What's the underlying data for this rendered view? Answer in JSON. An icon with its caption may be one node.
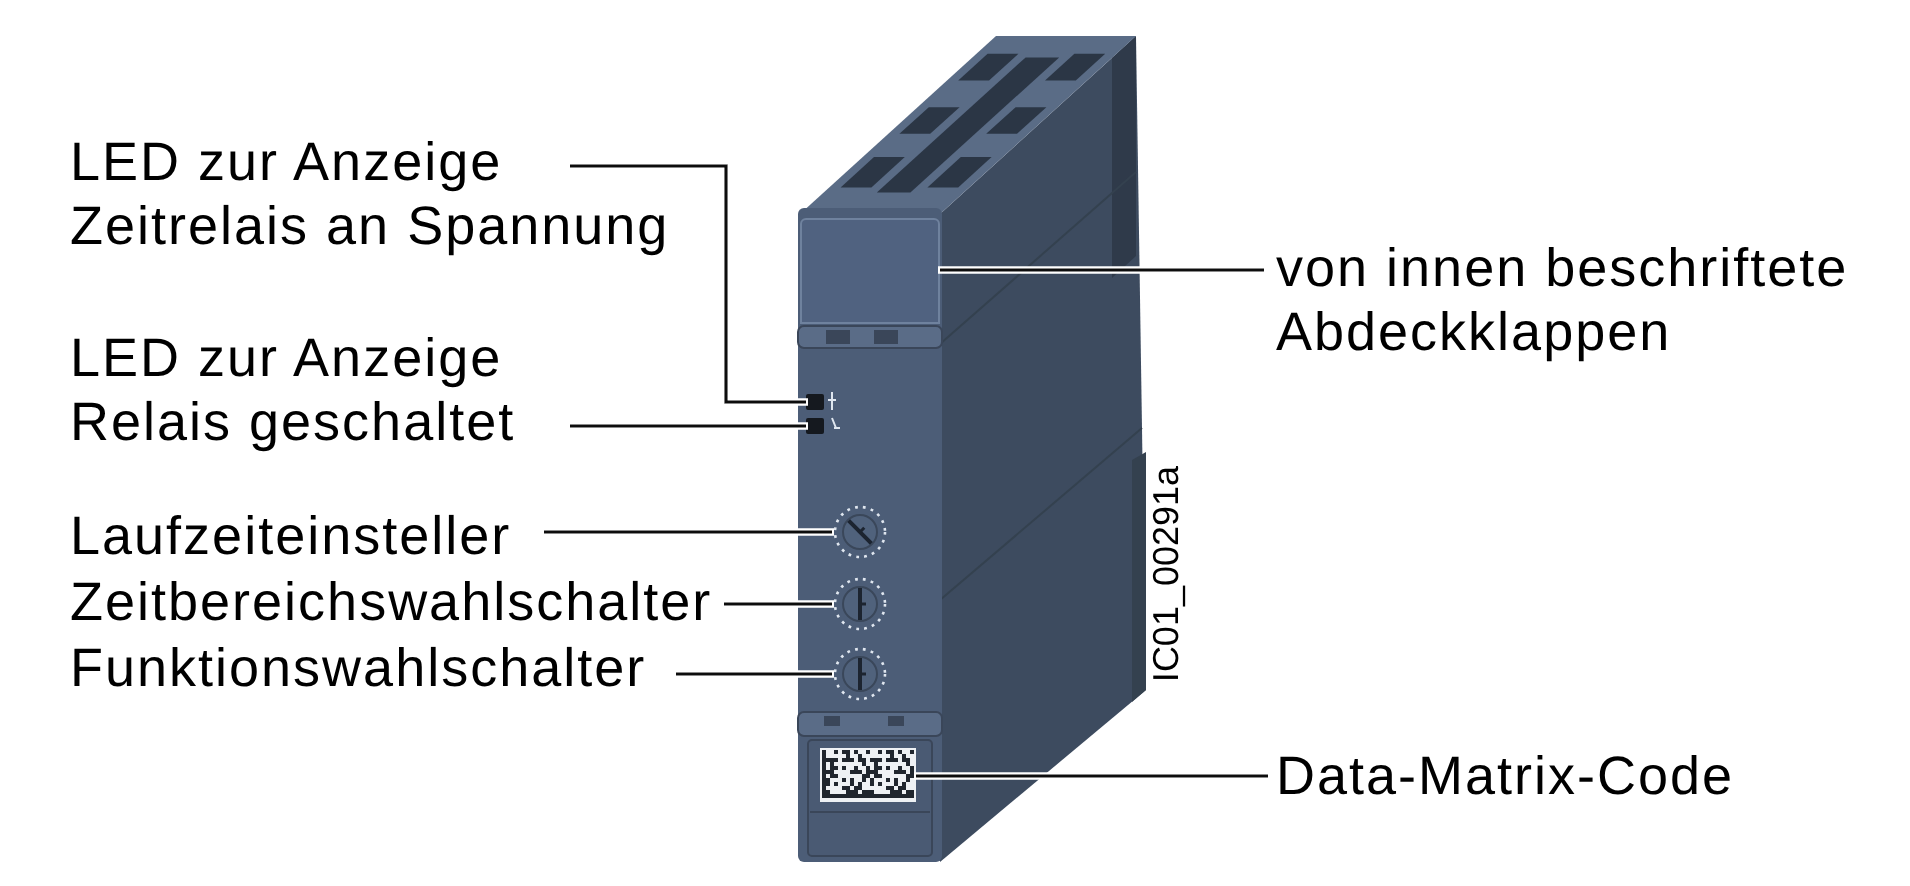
{
  "diagram": {
    "nodes": [
      {
        "text": [
          "LED zur Anzeige Zeitrelais an Spannung"
        ]
      },
      {
        "text": [
          "LED zur Anzeige Relais geschaltet"
        ]
      },
      {
        "text": [
          "Laufzeiteinsteller"
        ]
      },
      {
        "text": [
          "Zeitbereichswahlschalter"
        ]
      },
      {
        "text": [
          "Funktionswahlschalter"
        ]
      },
      {
        "text": [
          "von innen beschriftete Abdeckklappen"
        ]
      },
      {
        "text": [
          "Data-Matrix-Code"
        ]
      },
      {
        "text": [],
        "shape": "box"
      },
      {
        "text": [],
        "shape": "box"
      },
      {
        "text": [],
        "shape": "circle"
      },
      {
        "text": [],
        "shape": "circle"
      },
      {
        "text": [],
        "shape": "circle"
      },
      {
        "text": [],
        "shape": "box"
      },
      {
        "text": [],
        "shape": "box"
      }
    ],
    "edges": [
      {
        "from": 0,
        "to": 7,
        "arrow": "none"
      },
      {
        "from": 1,
        "to": 8,
        "arrow": "none"
      },
      {
        "from": 2,
        "to": 9,
        "arrow": "none"
      },
      {
        "from": 3,
        "to": 10,
        "arrow": "none"
      },
      {
        "from": 4,
        "to": 11,
        "arrow": "none"
      },
      {
        "from": 5,
        "to": 12,
        "arrow": "none"
      },
      {
        "from": 6,
        "to": 13,
        "arrow": "none"
      }
    ],
    "labels": [
      "IC01_00291a"
    ]
  }
}
